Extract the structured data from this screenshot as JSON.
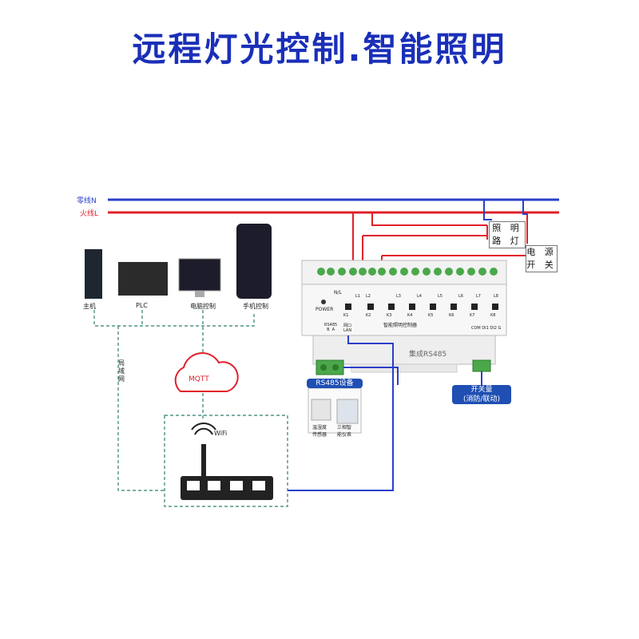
{
  "title": "远程灯光控制.智能照明",
  "lines": {
    "neutral": "零线N",
    "live": "火线L"
  },
  "devices": {
    "host": "主机",
    "plc": "PLC",
    "pc": "电脑控制",
    "phone": "手机控制"
  },
  "lan_label": "局域网",
  "mqtt": "MQTT",
  "wifi": "WiFi",
  "lighting_label": [
    "照 明",
    "路 灯"
  ],
  "power_switch_label": [
    "电 源",
    "开 关"
  ],
  "controller": {
    "power": "POWER",
    "n_label": "N/L",
    "rs485_port": "RS485\nB  A",
    "lan_port": "网口\nLAN",
    "model": "智能照明控制器",
    "brand": "集成RS485",
    "inputs": "COM  DI1  DI2  G",
    "outputs": [
      "K1",
      "K2",
      "K3",
      "K4",
      "K5",
      "K6",
      "K7",
      "K8"
    ],
    "lines": [
      "L1",
      "L2",
      "L3",
      "L4",
      "L5",
      "L6",
      "L7",
      "L8"
    ]
  },
  "rs485_devices": {
    "title": "RS485设备",
    "sensor": "温湿度\n传感器",
    "meter": "三相智\n能仪表"
  },
  "switch_input": "开关量\n(消防/联动)",
  "colors": {
    "neutral": "#2a3fc9",
    "live": "#e0202a",
    "title": "#1a2fb8",
    "tag": "#1f4fb3"
  }
}
